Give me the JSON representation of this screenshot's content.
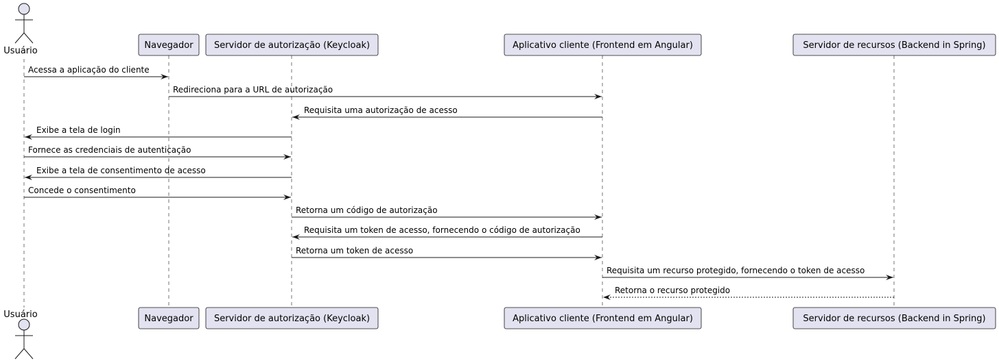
{
  "actor": {
    "name": "Usuário"
  },
  "participants": [
    {
      "id": "navegador",
      "name": "Navegador"
    },
    {
      "id": "keycloak",
      "name": "Servidor de autorização (Keycloak)"
    },
    {
      "id": "angular",
      "name": "Aplicativo cliente (Frontend em Angular)"
    },
    {
      "id": "spring",
      "name": "Servidor de recursos (Backend in Spring)"
    }
  ],
  "messages": [
    {
      "from": "usuario",
      "to": "navegador",
      "text": "Acessa a aplicação do cliente",
      "style": "solid"
    },
    {
      "from": "navegador",
      "to": "angular",
      "text": "Redireciona para a URL de autorização",
      "style": "solid"
    },
    {
      "from": "angular",
      "to": "keycloak",
      "text": "Requisita uma autorização de acesso",
      "style": "solid"
    },
    {
      "from": "keycloak",
      "to": "usuario",
      "text": "Exibe a tela de login",
      "style": "solid"
    },
    {
      "from": "usuario",
      "to": "keycloak",
      "text": "Fornece as credenciais de autenticação",
      "style": "solid"
    },
    {
      "from": "keycloak",
      "to": "usuario",
      "text": "Exibe a tela de consentimento de acesso",
      "style": "solid"
    },
    {
      "from": "usuario",
      "to": "keycloak",
      "text": "Concede o consentimento",
      "style": "solid"
    },
    {
      "from": "keycloak",
      "to": "angular",
      "text": "Retorna um código de autorização",
      "style": "solid"
    },
    {
      "from": "angular",
      "to": "keycloak",
      "text": "Requisita um token de acesso, fornecendo o código de autorização",
      "style": "solid"
    },
    {
      "from": "keycloak",
      "to": "angular",
      "text": "Retorna um token de acesso",
      "style": "solid"
    },
    {
      "from": "angular",
      "to": "spring",
      "text": "Requisita um recurso protegido, fornecendo o token de acesso",
      "style": "solid"
    },
    {
      "from": "spring",
      "to": "angular",
      "text": "Retorna o recurso protegido",
      "style": "dashed"
    }
  ],
  "colors": {
    "participant_fill": "#e2e2f0",
    "participant_border": "#181818",
    "lifeline": "#181818",
    "arrow": "#181818"
  }
}
